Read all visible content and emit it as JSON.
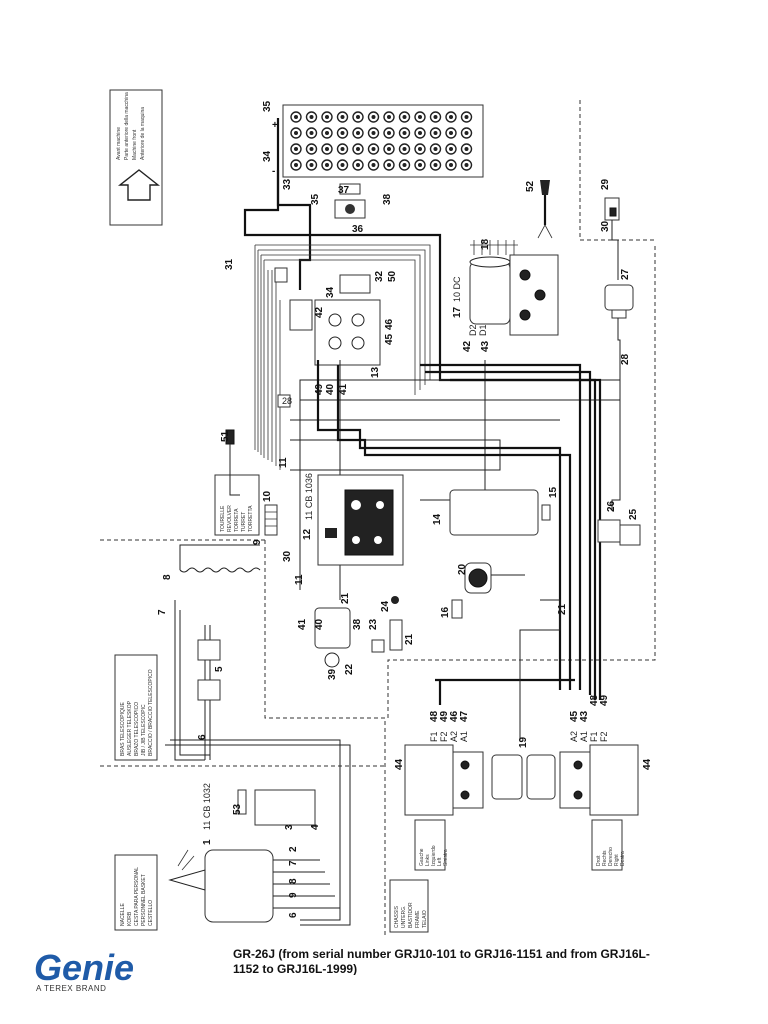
{
  "caption": "GR-26J (from serial number GRJ10-101 to GRJ16-1151 and from GRJ16L-1152 to GRJ16L-1999)",
  "brand": {
    "logo_text": "Genie",
    "subtitle": "A TEREX BRAND",
    "logo_color": "#1f5ba8"
  },
  "zones": {
    "machine_front": [
      "Avant machine",
      "Parte anteriore della macchina",
      "Machine front",
      "Anteriore de la maquina"
    ],
    "turntable": [
      "TOURELLE",
      "REVOLVER",
      "TORRETA",
      "TURRET",
      "TORRETTA"
    ],
    "jib": [
      "BRAS TELESCOPIQUE",
      "AUSLEGER TELESKOP",
      "BRAZO TELESCOPICO",
      "JIB / JIB TELESCOPIC",
      "BRACCIO / BRACCIO TELESCOPICO"
    ],
    "basket": [
      "NACELLE",
      "KORB",
      "CESTA PARA PERSONAL",
      "PERSONNEL BASKET",
      "CESTELLO"
    ],
    "chassis": [
      "CHASSIS",
      "UNTERG.",
      "BASTIDOR",
      "FRAME",
      "TELAIO"
    ],
    "motor_left": [
      "Gauche",
      "Links",
      "Izquierdo",
      "Left",
      "Sinistra"
    ],
    "motor_right": [
      "Droit",
      "Rechts",
      "Derecho",
      "Right",
      "Destra"
    ]
  },
  "codes": {
    "ctrl_box": "11 CB 1032",
    "ctrl_panel": "11 CB 1036",
    "pump": "10 DC"
  },
  "refs": {
    "r1": "1",
    "r2": "2",
    "r3": "3",
    "r4": "4",
    "r5": "5",
    "r6": "6",
    "r7": "7",
    "r8": "8",
    "r9": "9",
    "r10": "10",
    "r11": "11",
    "r12": "12",
    "r13": "13",
    "r14": "14",
    "r15": "15",
    "r16": "16",
    "r17": "17",
    "r18": "18",
    "r19": "19",
    "r20": "20",
    "r21": "21",
    "r22": "22",
    "r23": "23",
    "r24": "24",
    "r25": "25",
    "r26": "26",
    "r27": "27",
    "r28": "28",
    "r29": "29",
    "r30": "30",
    "r31": "31",
    "r32": "32",
    "r33": "33",
    "r34": "34",
    "r35": "35",
    "r36": "36",
    "r37": "37",
    "r38": "38",
    "r39": "39",
    "r40": "40",
    "r41": "41",
    "r42": "42",
    "r43": "43",
    "r44": "44",
    "r45": "45",
    "r46": "46",
    "r47": "47",
    "r48": "48",
    "r49": "49",
    "r50": "50",
    "r51": "51",
    "r52": "52",
    "r53": "53"
  },
  "terminals": {
    "plus": "+",
    "minus": "-",
    "f1": "F1",
    "f2": "F2",
    "a1": "A1",
    "a2": "A2",
    "d1": "D1",
    "d2": "D2"
  }
}
